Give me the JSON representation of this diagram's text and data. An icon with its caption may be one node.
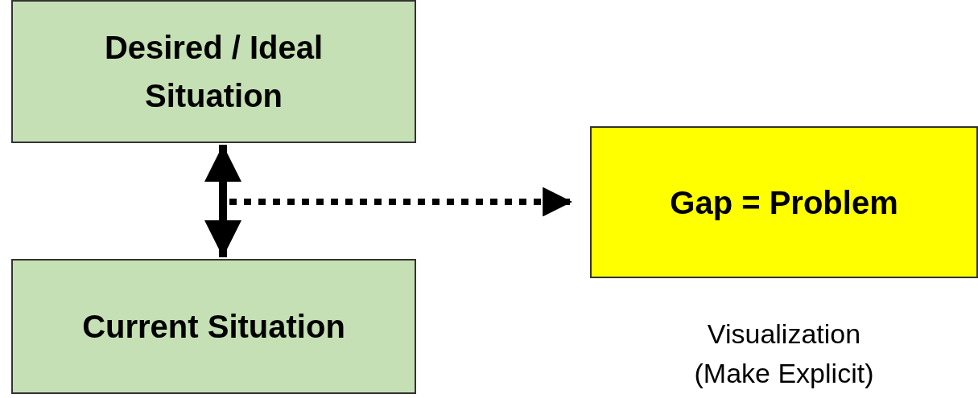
{
  "diagram": {
    "nodes": [
      {
        "text": [
          "Desired / Ideal Situation"
        ]
      },
      {
        "text": [
          "Current Situation"
        ]
      },
      {
        "text": [
          "Gap = Problem"
        ],
        "beside": [
          "Visualization (Make Explicit)"
        ]
      }
    ],
    "edges": [
      {
        "from": 0,
        "to": 1,
        "arrow": "both"
      },
      {
        "from": null,
        "to": 2,
        "arrow": "to",
        "style": "dashed"
      }
    ]
  }
}
